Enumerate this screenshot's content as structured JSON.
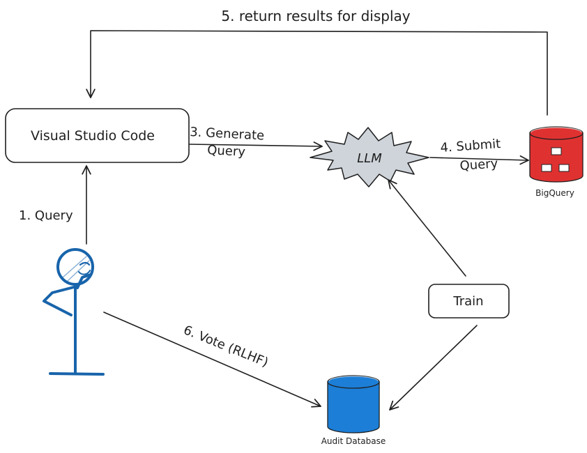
{
  "nodes": {
    "vscode": "Visual Studio Code",
    "llm": "LLM",
    "bigquery": "BigQuery",
    "train": "Train",
    "audit_db": "Audit Database"
  },
  "edges": {
    "query": "1. Query",
    "generate_line1": "3. Generate",
    "generate_line2": "Query",
    "submit_line1": "4. Submit",
    "submit_line2": "Query",
    "return": "5. return results for display",
    "vote": "6. Vote (RLHF)"
  },
  "colors": {
    "stroke": "#1e1e1e",
    "llm_fill": "#ced4da",
    "bigquery_fill": "#e03131",
    "audit_fill": "#1971c2",
    "user": "#1864ab"
  },
  "icons": {
    "user": "person-thinking-icon",
    "bigquery": "database-cylinder-icon",
    "audit_db": "database-cylinder-icon"
  }
}
